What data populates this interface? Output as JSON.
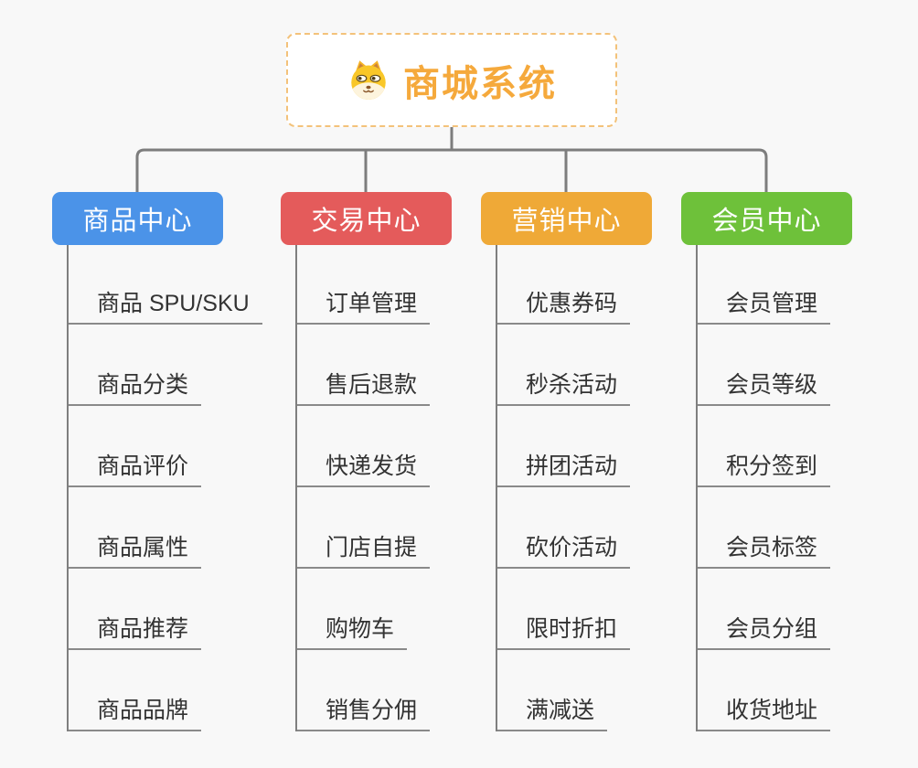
{
  "root": {
    "title": "商城系统",
    "icon": "dog-face",
    "title_color": "#f5a93c",
    "border_color": "#f3c27a"
  },
  "branches": [
    {
      "label": "商品中心",
      "color": "#4b93e8",
      "children": [
        "商品 SPU/SKU",
        "商品分类",
        "商品评价",
        "商品属性",
        "商品推荐",
        "商品品牌"
      ]
    },
    {
      "label": "交易中心",
      "color": "#e45b5b",
      "children": [
        "订单管理",
        "售后退款",
        "快递发货",
        "门店自提",
        "购物车",
        "销售分佣"
      ]
    },
    {
      "label": "营销中心",
      "color": "#efa937",
      "children": [
        "优惠券码",
        "秒杀活动",
        "拼团活动",
        "砍价活动",
        "限时折扣",
        "满减送"
      ]
    },
    {
      "label": "会员中心",
      "color": "#6ec13a",
      "children": [
        "会员管理",
        "会员等级",
        "积分签到",
        "会员标签",
        "会员分组",
        "收货地址"
      ]
    }
  ],
  "palette": {
    "background": "#f8f8f8",
    "connector_line": "#7d7d7d",
    "leaf_text": "#333333",
    "leaf_underline": "#8a8a8a"
  }
}
